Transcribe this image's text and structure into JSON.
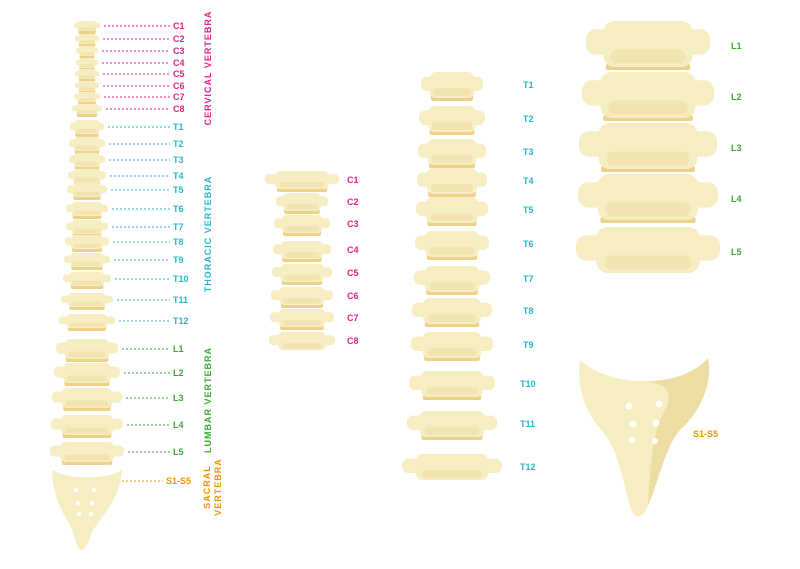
{
  "colors": {
    "cervical": "#e0218a",
    "thoracic": "#2bb6c8",
    "lumbar": "#3aaa35",
    "sacral": "#f39200",
    "bone": "#f7edc3",
    "bone_shade": "#eedda3",
    "disc": "#ecd187"
  },
  "icons": [
    "spine-icon",
    "vertebra-icon",
    "sacrum-icon"
  ],
  "regions": {
    "cervical": "CERVICAL VERTEBRA",
    "thoracic": "THORACIC VERTEBRA",
    "lumbar": "LUMBAR VERTEBRA",
    "sacral_line1": "SACRAL",
    "sacral_line2": "VERTEBRA"
  },
  "full_spine": {
    "cervical": [
      "C1",
      "C2",
      "C3",
      "C4",
      "C5",
      "C6",
      "C7",
      "C8"
    ],
    "thoracic": [
      "T1",
      "T2",
      "T3",
      "T4",
      "T5",
      "T6",
      "T7",
      "T8",
      "T9",
      "T10",
      "T11",
      "T12"
    ],
    "lumbar": [
      "L1",
      "L2",
      "L3",
      "L4",
      "L5"
    ],
    "sacral": [
      "S1-S5"
    ]
  },
  "cervical_detail": [
    "C1",
    "C2",
    "C3",
    "C4",
    "C5",
    "C6",
    "C7",
    "C8"
  ],
  "thoracic_detail": [
    "T1",
    "T2",
    "T3",
    "T4",
    "T5",
    "T6",
    "T7",
    "T8",
    "T9",
    "T10",
    "T11",
    "T12"
  ],
  "lumbar_detail": [
    "L1",
    "L2",
    "L3",
    "L4",
    "L5"
  ],
  "sacral_detail": [
    "S1-S5"
  ]
}
